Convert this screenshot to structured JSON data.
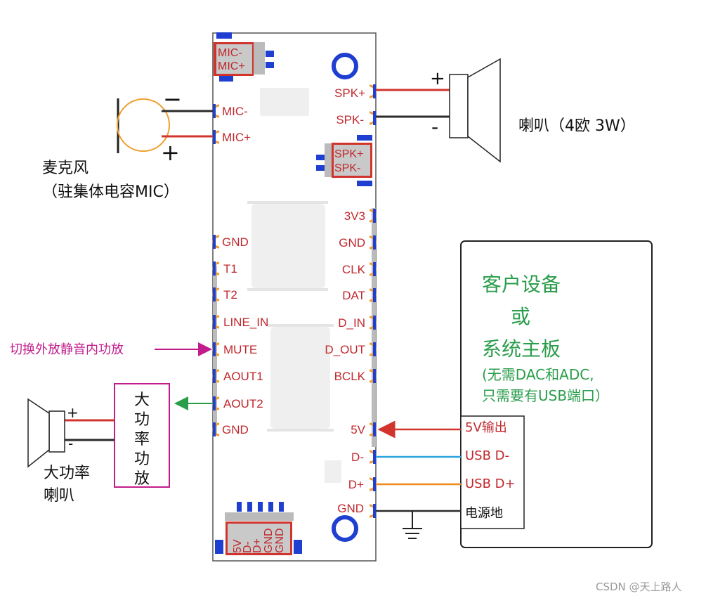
{
  "board": {
    "mic_connector": [
      "MIC-",
      "MIC+"
    ],
    "spk_connector": [
      "SPK+",
      "SPK-"
    ],
    "usb_connector": [
      "5V",
      "D-",
      "D+",
      "GND",
      "GND"
    ],
    "left_pins": [
      "MIC-",
      "MIC+",
      "GND",
      "T1",
      "T2",
      "LINE_IN",
      "MUTE",
      "AOUT1",
      "AOUT2",
      "GND"
    ],
    "right_pins": [
      "SPK+",
      "SPK-",
      "3V3",
      "GND",
      "CLK",
      "DAT",
      "D_IN",
      "D_OUT",
      "BCLK",
      "5V",
      "D-",
      "D+",
      "GND"
    ]
  },
  "mic": {
    "label1": "麦克风",
    "label2": "（驻集体电容MIC）",
    "minus": "−",
    "plus": "+"
  },
  "speaker": {
    "label": "喇叭（4欧 3W）",
    "plus": "+",
    "minus": "-"
  },
  "mute_label": "切换外放静音内功放",
  "amp": {
    "box_label": [
      "大",
      "功",
      "率",
      "功",
      "放"
    ],
    "speaker_label1": "大功率",
    "speaker_label2": "喇叭",
    "plus": "+",
    "minus": "-"
  },
  "device": {
    "title1": "客户设备",
    "title2": "或",
    "title3": "系统主板",
    "note1": "(无需DAC和ADC,",
    "note2": "只需要有USB端口）",
    "ports": [
      "5V输出",
      "USB D-",
      "USB D+",
      "电源地"
    ]
  },
  "watermark": "CSDN @天上路人",
  "colors": {
    "pin_text": "#c0282d",
    "wire_red": "#d0342c",
    "wire_blue": "#2aa3df",
    "wire_orange": "#f08a1c",
    "wire_dark": "#2b2b2b",
    "green": "#2a9d4b",
    "magenta": "#c21c8c",
    "pad_blue": "#1f3fd1",
    "pad_orange": "#f29a2e",
    "mic_orange": "#f0a030"
  }
}
